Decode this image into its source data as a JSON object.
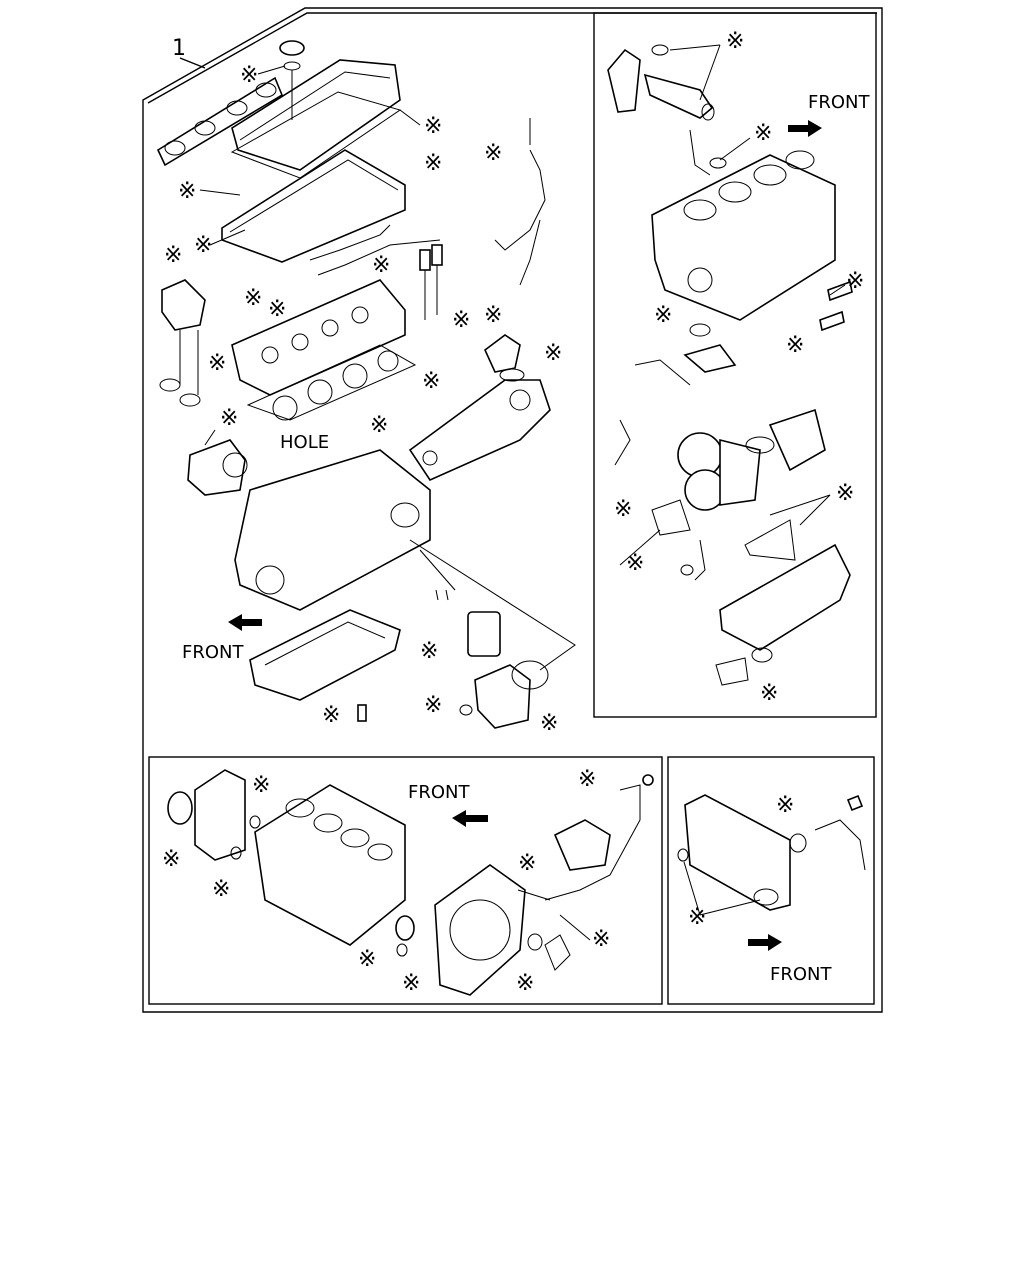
{
  "callout_number": "1",
  "labels": {
    "front_main": "FRONT",
    "front_top_right": "FRONT",
    "front_bottom_middle": "FRONT",
    "front_bottom_right": "FRONT",
    "hole": "HOLE"
  },
  "marker_symbol": "※",
  "colors": {
    "line": "#000000",
    "background": "#ffffff"
  }
}
